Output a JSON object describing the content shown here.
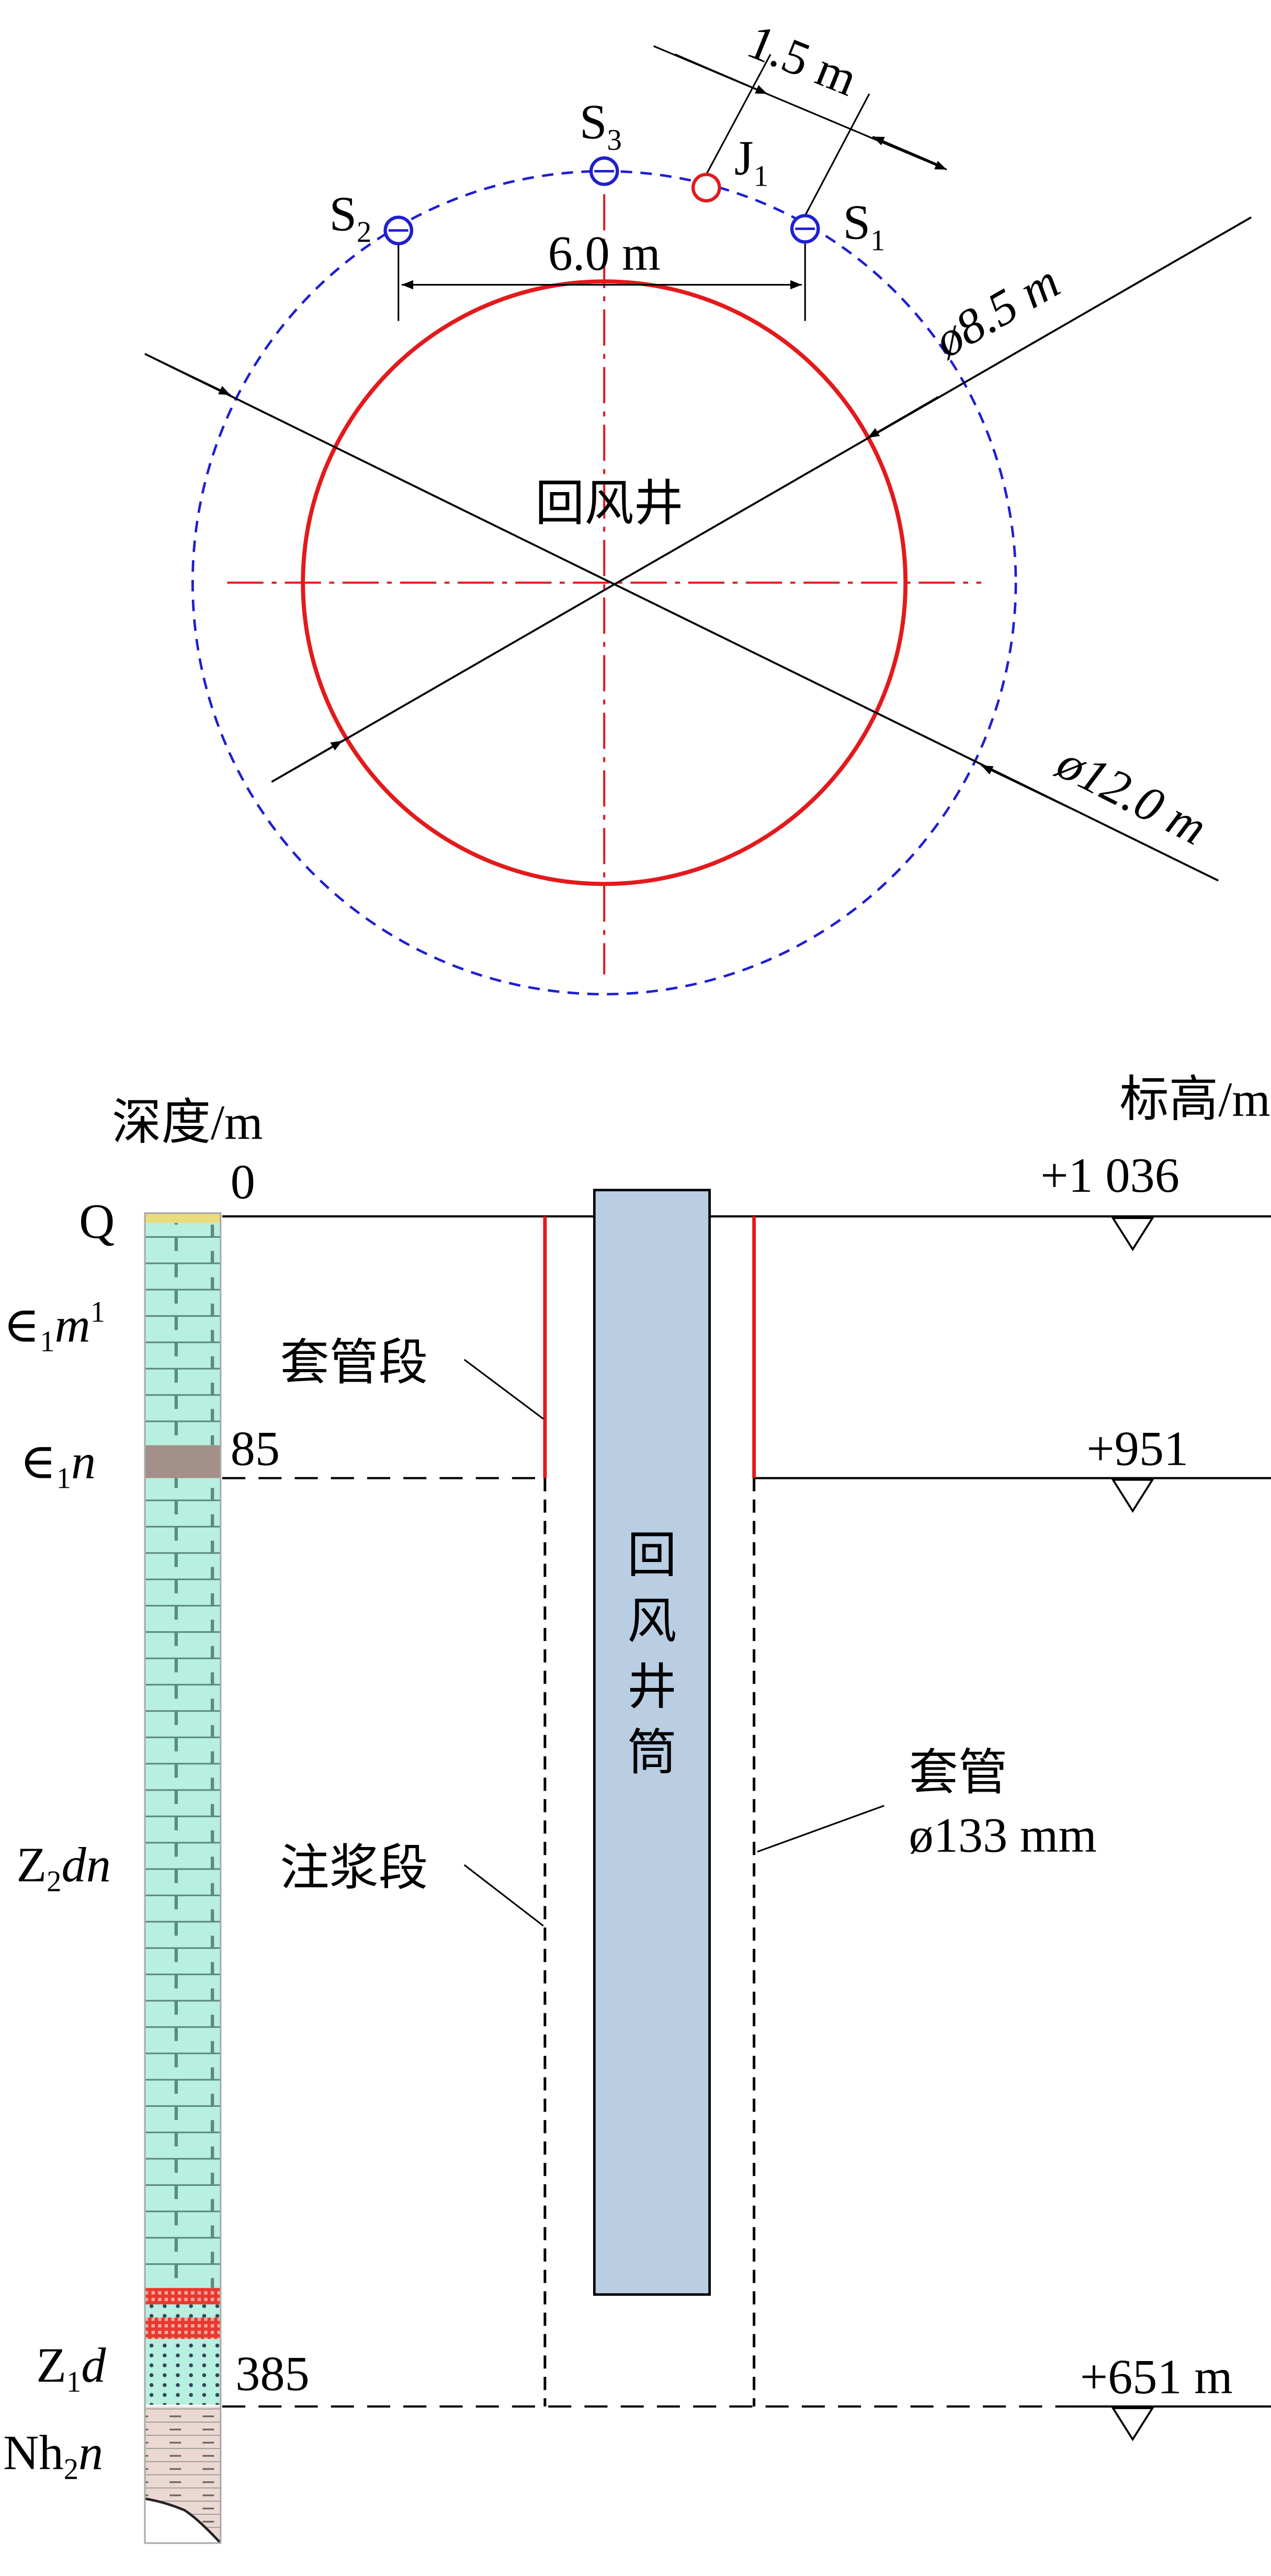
{
  "plan": {
    "shaft_label": "回风井",
    "width_dim": "6.0 m",
    "offset_dim": "1.5 m",
    "inner_diameter": "ø8.5 m",
    "outer_diameter": "ø12.0 m",
    "points": {
      "s1": "S",
      "s1_sub": "1",
      "s2": "S",
      "s2_sub": "2",
      "s3": "S",
      "s3_sub": "3",
      "j1": "J",
      "j1_sub": "1"
    },
    "colors": {
      "shaft": "#e31a1c",
      "hole_ring": "#1f1fd0"
    }
  },
  "section": {
    "depth_header": "深度/m",
    "elev_header": "标高/m",
    "depth_top": "0",
    "depth_mid": "85",
    "depth_bottom": "385",
    "elev_top": "+1 036",
    "elev_mid": "+951",
    "elev_bottom": "+651 m",
    "casing_section": "套管段",
    "grout_section": "注浆段",
    "casing": "套管",
    "casing_dia": "ø133 mm",
    "shaft_chars": [
      "回",
      "风",
      "井",
      "筒"
    ],
    "strata": {
      "q": "Q",
      "m1": {
        "pre": "∈",
        "sub": "1",
        "it": "m",
        "sup": "1"
      },
      "n1": {
        "pre": "∈",
        "sub": "1",
        "it": "n"
      },
      "z2dn": {
        "pre": "Z",
        "sub": "2",
        "it": "dn"
      },
      "z1d": {
        "pre": "Z",
        "sub": "1",
        "it": "d"
      },
      "nh2n": {
        "pre": "Nh",
        "sub": "2",
        "it": "n"
      }
    },
    "colors": {
      "shaft_fill": "#b9cde3",
      "limestone": "#b7efe0",
      "shale": "#a39088",
      "red_layer": "#e8392e",
      "mudstone": "#ecd8d2"
    }
  }
}
